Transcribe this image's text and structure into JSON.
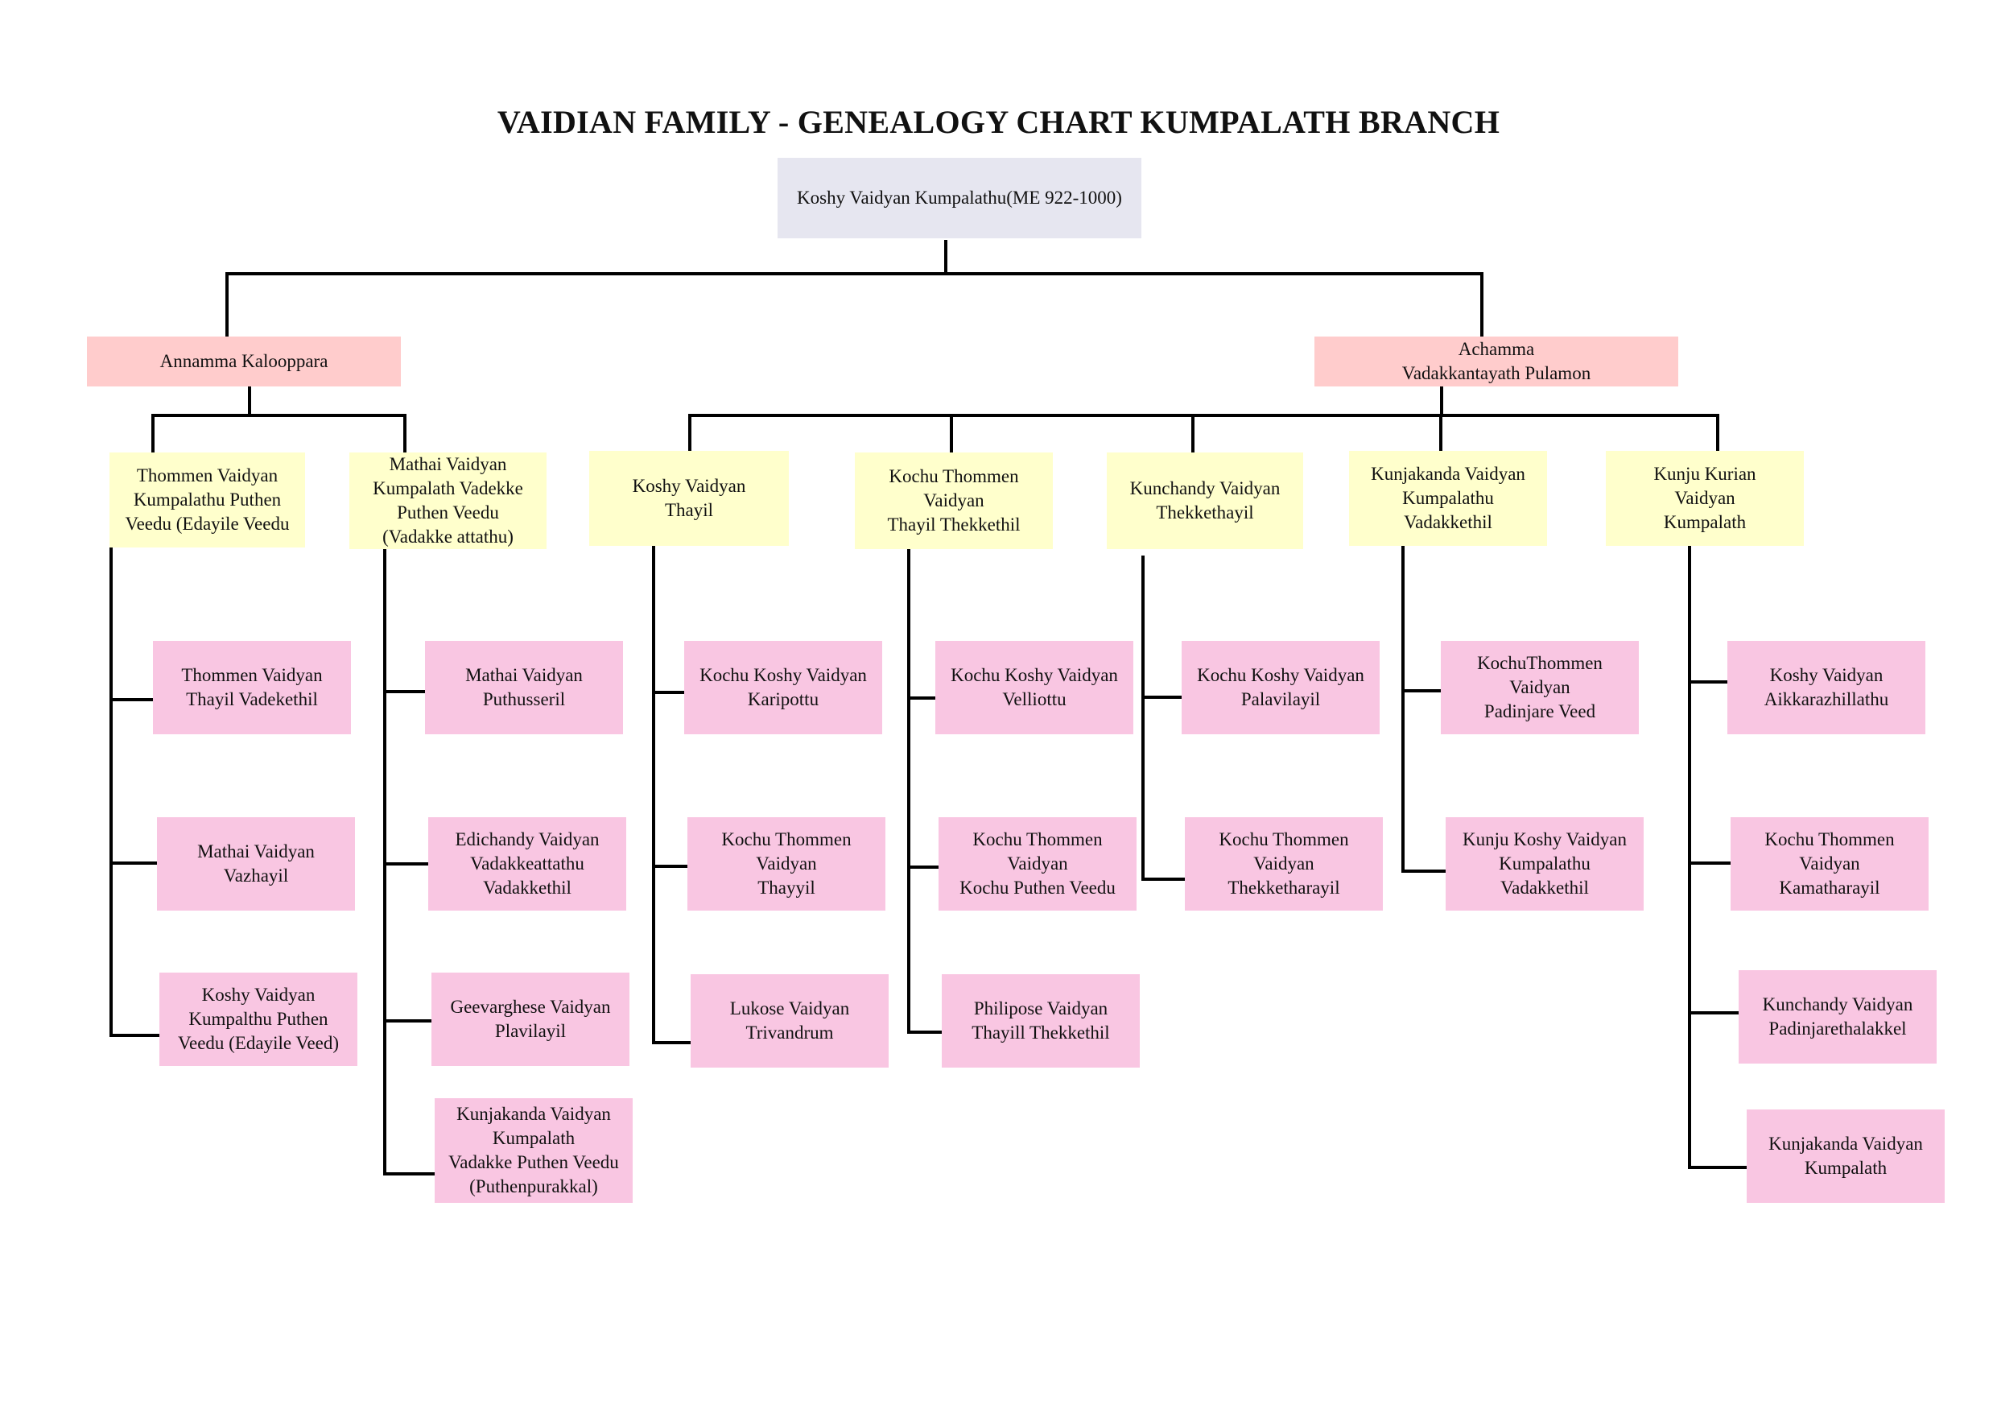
{
  "title": "VAIDIAN FAMILY - GENEALOGY CHART KUMPALATH BRANCH",
  "colors": {
    "root": "#e6e6f0",
    "spouse": "#ffcccc",
    "child": "#ffffcc",
    "grandchild": "#f9c6e2",
    "line": "#000000"
  },
  "root": {
    "name": "Koshy Vaidyan Kumpalathu",
    "years": "(ME 922-1000)"
  },
  "spouses": [
    {
      "name": "Annamma Kalooppara",
      "children": [
        {
          "name": "Thommen Vaidyan\nKumpalathu Puthen\nVeedu (Edayile Veedu",
          "children": [
            "Thommen Vaidyan\nThayil Vadekethil",
            "Mathai Vaidyan\nVazhayil",
            "Koshy Vaidyan\nKumpalthu Puthen\nVeedu (Edayile Veed)"
          ]
        },
        {
          "name": "Mathai Vaidyan\nKumpalath Vadekke\nPuthen Veedu\n(Vadakke attathu)",
          "children": [
            "Mathai Vaidyan\nPuthusseril",
            "Edichandy Vaidyan\nVadakkeattathu\nVadakkethil",
            "Geevarghese Vaidyan\nPlavilayil",
            "Kunjakanda Vaidyan\nKumpalath\nVadakke Puthen Veedu\n(Puthenpurakkal)"
          ]
        }
      ]
    },
    {
      "name": "Achamma\nVadakkantayath Pulamon",
      "children": [
        {
          "name": "Koshy Vaidyan\nThayil",
          "children": [
            "Kochu Koshy Vaidyan\nKaripottu",
            "Kochu Thommen\nVaidyan\nThayyil",
            "Lukose Vaidyan\nTrivandrum"
          ]
        },
        {
          "name": "Kochu Thommen\nVaidyan\nThayil Thekkethil",
          "children": [
            "Kochu Koshy Vaidyan\nVelliottu",
            "Kochu Thommen\nVaidyan\nKochu Puthen Veedu",
            "Philipose Vaidyan\nThayill Thekkethil"
          ]
        },
        {
          "name": "Kunchandy Vaidyan\nThekkethayil",
          "children": [
            "Kochu Koshy Vaidyan\nPalavilayil",
            "Kochu Thommen\nVaidyan\nThekketharayil"
          ]
        },
        {
          "name": "Kunjakanda Vaidyan\nKumpalathu\nVadakkethil",
          "children": [
            "KochuThommen\nVaidyan\nPadinjare Veed",
            "Kunju Koshy Vaidyan\nKumpalathu\nVadakkethil"
          ]
        },
        {
          "name": "Kunju Kurian\nVaidyan\nKumpalath",
          "children": [
            "Koshy Vaidyan\nAikkarazhillathu",
            "Kochu Thommen\nVaidyan\nKamatharayil",
            "Kunchandy Vaidyan\nPadinjarethalakkel",
            "Kunjakanda Vaidyan\nKumpalath"
          ]
        }
      ]
    }
  ]
}
